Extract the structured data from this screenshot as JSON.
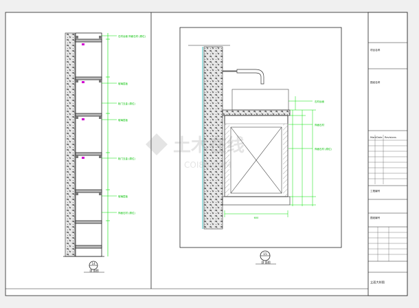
{
  "sheet": {
    "watermark": {
      "line1": "土木在线",
      "line2": "COI88.COM"
    },
    "detail_left": {
      "number": "14",
      "title": "剖 面图",
      "labels": [
        "石材台面 饰面石材 (原位)",
        "玻璃层板",
        "柜门五金 (原位)",
        "玻璃层板",
        "柜门五金 (原位)",
        "玻璃层板",
        "饰面石材 (原位)"
      ]
    },
    "detail_right": {
      "number": "15",
      "title": "剖 面图",
      "labels": [
        "石材台面",
        "饰面石材",
        "饰面石材 (原位)"
      ],
      "dim_bottom": "600"
    },
    "title_block": {
      "project_label": "项目名称",
      "drawing_label": "图纸名称",
      "rev_headers": [
        "Mark",
        "Date",
        "Revisions"
      ],
      "fields": [
        "工程编号",
        "图纸编号"
      ],
      "sheet_title": "立面大样图"
    },
    "colors": {
      "accent": "#00e000",
      "hatch": "#3fbfbf",
      "line": "#222222"
    }
  }
}
